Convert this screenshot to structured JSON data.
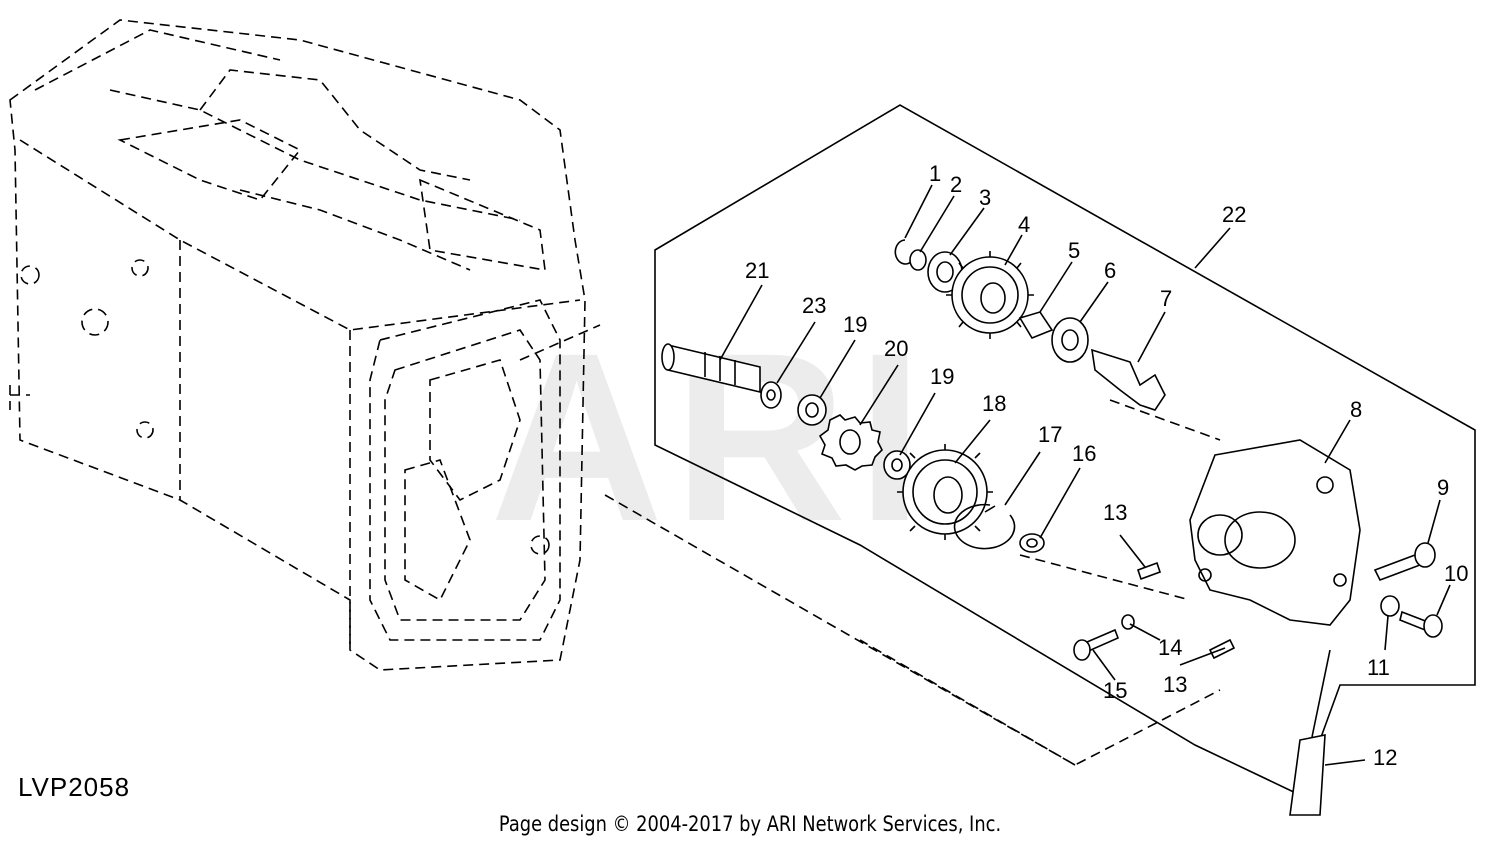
{
  "diagram": {
    "watermark": "ARI",
    "reference_code": "LVP2058",
    "footer": "Page design © 2004-2017 by ARI Network Services, Inc.",
    "callouts": [
      "1",
      "2",
      "3",
      "4",
      "5",
      "6",
      "7",
      "8",
      "9",
      "10",
      "11",
      "12",
      "13",
      "13",
      "14",
      "15",
      "16",
      "17",
      "18",
      "19",
      "19",
      "20",
      "21",
      "22",
      "23"
    ]
  }
}
